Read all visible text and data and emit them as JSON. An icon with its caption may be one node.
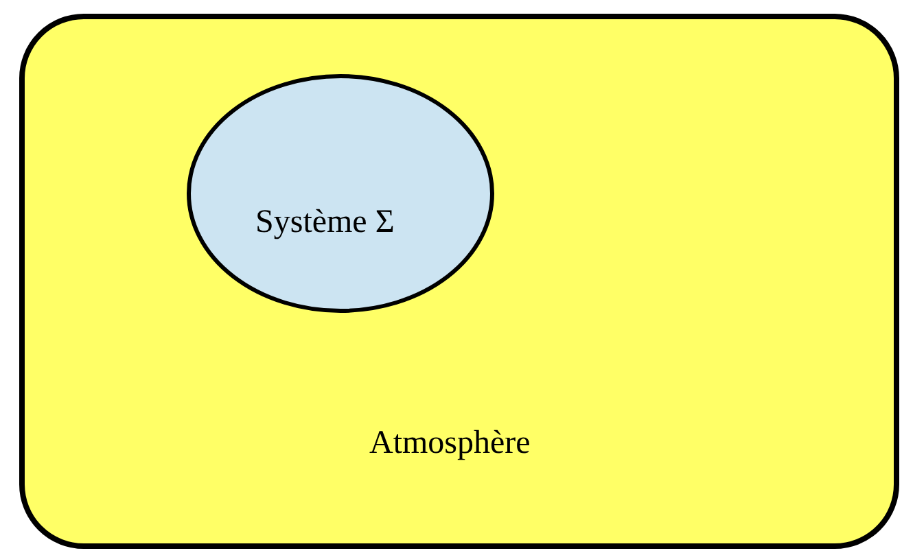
{
  "diagram": {
    "nodes": [
      {
        "text": [
          "Atmosphère"
        ]
      },
      {
        "text": [
          "Système Σ"
        ],
        "in": 0
      }
    ]
  }
}
